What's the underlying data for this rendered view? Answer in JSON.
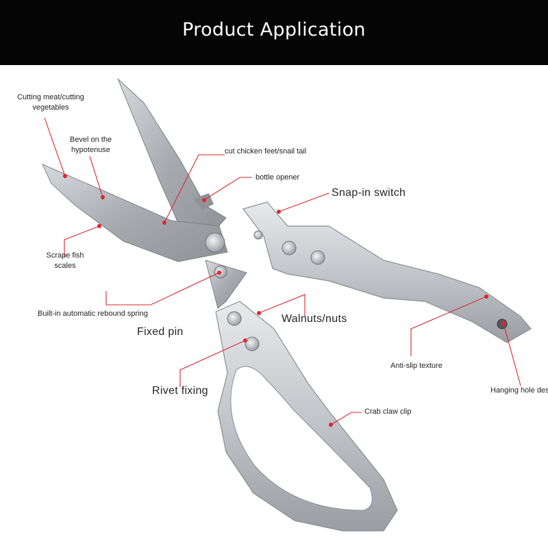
{
  "header": {
    "title": "Product Application",
    "background": "#050505"
  },
  "colors": {
    "leader": "#d8242c",
    "dot": "#e0262e",
    "metal": "#b9bdc2"
  },
  "labels": {
    "cutting_meat": [
      "Cutting meat/cutting",
      "vegetables"
    ],
    "bevel": [
      "Bevel on the",
      "hypotenuse"
    ],
    "chicken_feet": "cut chicken feet/snail tail",
    "bottle_opener": "bottle opener",
    "snap_in": "Snap-in switch",
    "scrape_fish": [
      "Scrape fish",
      "scales"
    ],
    "rebound_spring": "Built-in automatic rebound spring",
    "fixed_pin": "Fixed pin",
    "walnuts": "Walnuts/nuts",
    "anti_slip": "Anti-slip texture",
    "hanging_hole": "Hanging hole design",
    "rivet": "Rivet fixing",
    "crab_claw": "Crab claw clip"
  }
}
